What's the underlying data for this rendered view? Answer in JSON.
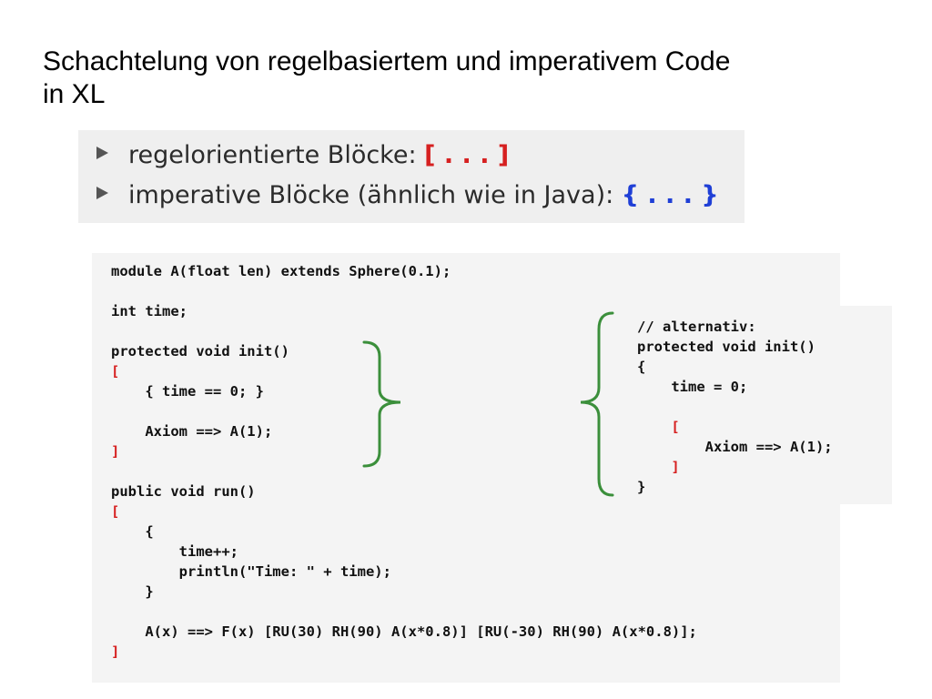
{
  "title": {
    "line1": "Schachtelung von regelbasiertem und imperativem Code",
    "line2": "in XL"
  },
  "bullets": [
    {
      "text": "regelorientierte Blöcke: ",
      "marker": "[ . . . ]",
      "marker_color": "#d62020"
    },
    {
      "text": "imperative Blöcke (ähnlich wie in Java): ",
      "marker": "{ . . . }",
      "marker_color": "#1f3fd6"
    }
  ],
  "code_main": {
    "lines": [
      "module A(float len) extends Sphere(0.1);",
      "",
      "int time;",
      "",
      "protected void init()",
      "[",
      "    { time == 0; }",
      "",
      "    Axiom ==> A(1);",
      "]",
      "",
      "public void run()",
      "[",
      "    {",
      "        time++;",
      "        println(\"Time: \" + time);",
      "    }",
      "",
      "    A(x) ==> F(x) [RU(30) RH(90) A(x*0.8)] [RU(-30) RH(90) A(x*0.8)];",
      "]"
    ]
  },
  "code_alt": {
    "lines": [
      "// alternativ:",
      "protected void init()",
      "{",
      "    time = 0;",
      "",
      "    [",
      "        Axiom ==> A(1);",
      "    ]",
      "}"
    ]
  },
  "colors": {
    "rule_bracket": "#d62020",
    "imperative_brace": "#1f3fd6",
    "connector_brace": "#3b8f3b"
  }
}
